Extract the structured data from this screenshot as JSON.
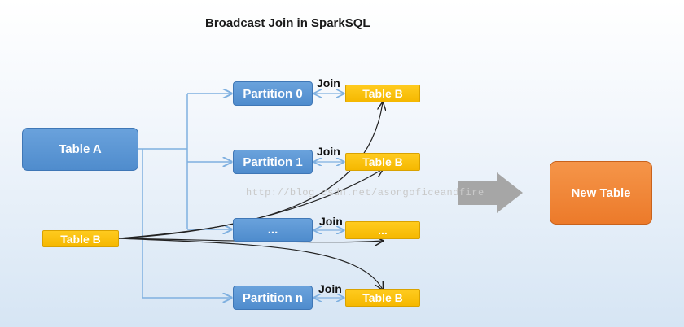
{
  "title": "Broadcast Join in SparkSQL",
  "table_a": "Table A",
  "table_b_source": "Table B",
  "partitions": [
    "Partition 0",
    "Partition 1",
    "...",
    "Partition n"
  ],
  "table_b_copies": [
    "Table B",
    "Table B",
    "...",
    "Table B"
  ],
  "join_labels": [
    "Join",
    "Join",
    "Join",
    "Join"
  ],
  "result": "New Table",
  "watermark": "http://blog.csdn.net/asongoficeandfire",
  "colors": {
    "partition_blue": "#5b9bd5",
    "table_b_yellow": "#ffc000",
    "new_table_orange": "#ed7d31",
    "arrow_gray": "#a6a6a6",
    "connector_blue": "#7fb0e0"
  }
}
